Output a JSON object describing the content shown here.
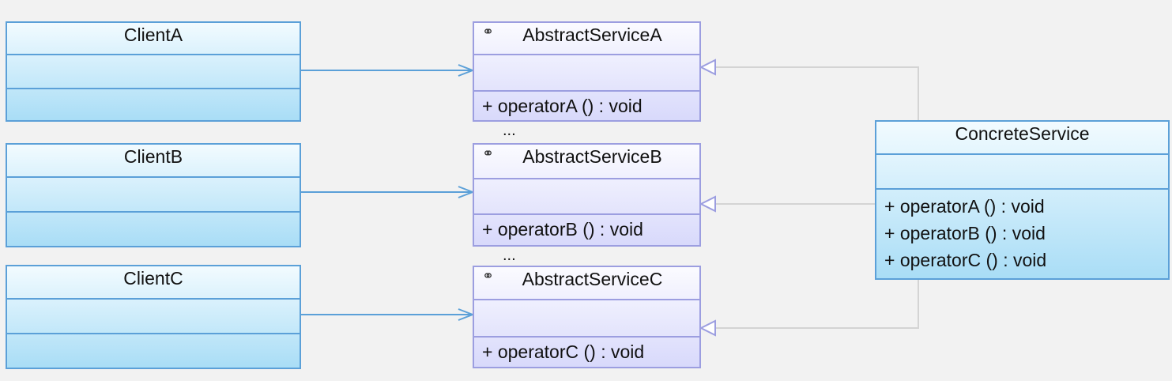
{
  "clients": [
    {
      "name": "ClientA"
    },
    {
      "name": "ClientB"
    },
    {
      "name": "ClientC"
    }
  ],
  "abstract_services": [
    {
      "name": "AbstractServiceA",
      "stereotype_icon": "interface-marker-icon",
      "operation": "+  operatorA () : void"
    },
    {
      "name": "AbstractServiceB",
      "stereotype_icon": "interface-marker-icon",
      "operation": "+  operatorB () : void"
    },
    {
      "name": "AbstractServiceC",
      "stereotype_icon": "interface-marker-icon",
      "operation": "+  operatorC () : void"
    }
  ],
  "ellipsis": "...",
  "concrete_service": {
    "name": "ConcreteService",
    "operations": [
      "+  operatorA ()   : void",
      "+  operatorB ()   : void",
      "+  operatorC ()   : void"
    ]
  },
  "colors": {
    "client_border": "#5ba0d8",
    "abstract_border": "#9c9ee0",
    "association_line": "#5ba0d8",
    "realization_line": "#d4d4d4",
    "background": "#f2f2f2"
  }
}
